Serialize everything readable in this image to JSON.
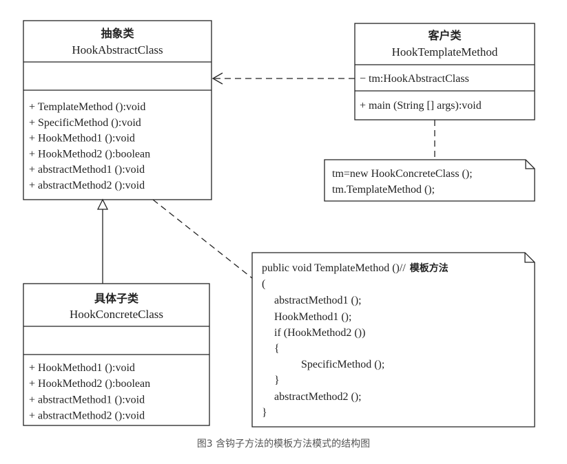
{
  "abstract_class": {
    "title_zh": "抽象类",
    "title_en": "HookAbstractClass",
    "methods": [
      "+ TemplateMethod ():void",
      "+ SpecificMethod ():void",
      "+ HookMethod1 ():void",
      "+ HookMethod2 ():boolean",
      "+ abstractMethod1 ():void",
      "+ abstractMethod2 ():void"
    ]
  },
  "client_class": {
    "title_zh": "客户类",
    "title_en": "HookTemplateMethod",
    "attribute": "− tm:HookAbstractClass",
    "method": "+ main (String [] args):void"
  },
  "client_note": {
    "lines": [
      "tm=new HookConcreteClass ();",
      "tm.TemplateMethod ();"
    ]
  },
  "concrete_class": {
    "title_zh": "具体子类",
    "title_en": "HookConcreteClass",
    "methods": [
      "+ HookMethod1 ():void",
      "+ HookMethod2 ():boolean",
      "+ abstractMethod1 ():void",
      "+ abstractMethod2 ():void"
    ]
  },
  "template_note": {
    "header_code": "public void TemplateMethod ()//",
    "header_comment": "模板方法",
    "lines": [
      "(",
      "abstractMethod1 ();",
      "HookMethod1 ();",
      "if (HookMethod2 ())",
      "{",
      "SpecificMethod ();",
      "}",
      "abstractMethod2 ();",
      "}"
    ]
  },
  "caption": "图3 含钩子方法的模板方法模式的结构图"
}
